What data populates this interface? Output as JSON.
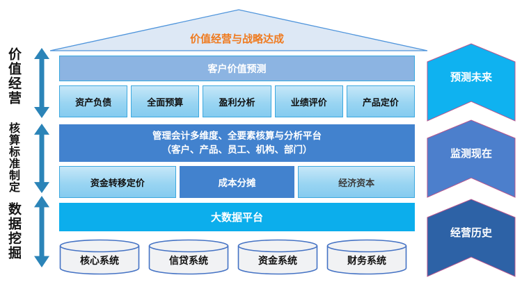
{
  "left_axis": {
    "labels": [
      "价值经营",
      "核算标准制定",
      "数据挖掘"
    ]
  },
  "roof": {
    "label": "价值经营与战略达成"
  },
  "layers": {
    "customer_value_label": "客户价值预测",
    "applications": [
      "资产负债",
      "全面预算",
      "盈利分析",
      "业绩评价",
      "产品定价"
    ],
    "platform": {
      "line1": "管理会计多维度、全要素核算与分析平台",
      "line2": "（客户、产品、员工、机构、部门）"
    },
    "engines": [
      "资金转移定价",
      "成本分摊",
      "经济资本"
    ],
    "bigdata_label": "大数据平台",
    "source_systems": [
      "核心系统",
      "信贷系统",
      "资金系统",
      "财务系统"
    ]
  },
  "timeline": {
    "chevrons": [
      {
        "label": "预测未来",
        "color": "#0FB2F0"
      },
      {
        "label": "监测现在",
        "color": "#4C7FCC"
      },
      {
        "label": "经营历史",
        "color": "#2D62A6"
      }
    ]
  },
  "colors": {
    "roof_fill": "#DDE8F5",
    "roof_border": "#4E94DB",
    "roof_text_orange": "#EF7B20",
    "periwinkle_bar": "#8CB4E2",
    "dark_blue_bar": "#4282CE",
    "cyan_bar": "#0CAEEC",
    "light_box_border": "#3CA8DF",
    "arrow_steel_blue": "#2B84B8",
    "cylinder_fill": "#F1F2F4",
    "cylinder_border": "#4472C4",
    "chevron_outline": "#B5558E"
  }
}
